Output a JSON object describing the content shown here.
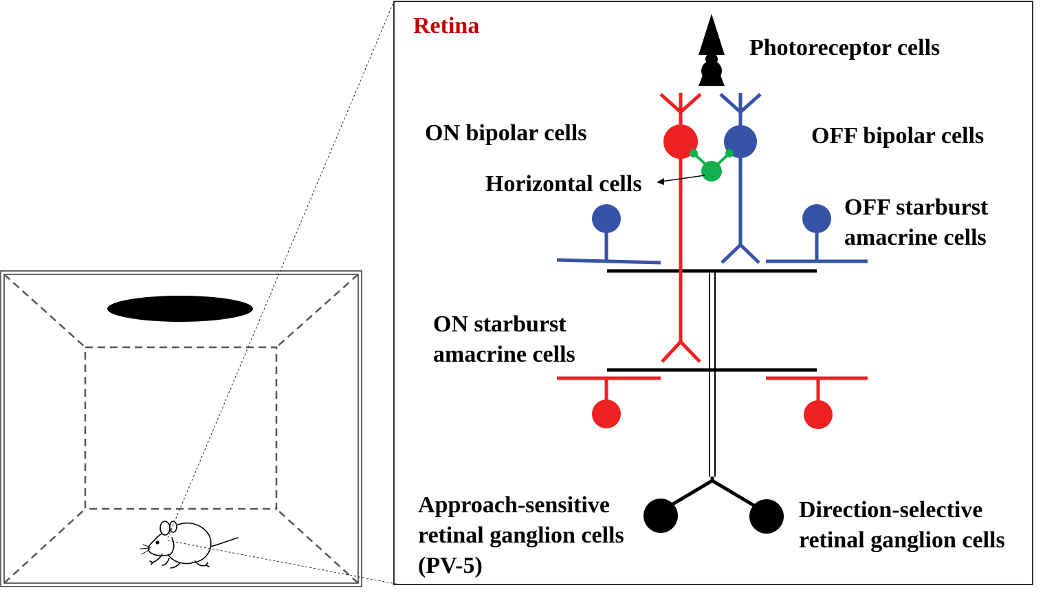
{
  "colors": {
    "on": "#ee2222",
    "off": "#3653a8",
    "horizontal": "#11b04e",
    "black": "#000000",
    "title": "#c00000"
  },
  "icons": {
    "mouse": "mouse-icon",
    "looming_stimulus": "dark-ellipse-icon"
  },
  "labels": {
    "retina": "Retina",
    "photoreceptor": "Photoreceptor cells",
    "on_bipolar": "ON bipolar cells",
    "off_bipolar": "OFF bipolar cells",
    "horizontal": "Horizontal cells",
    "off_starburst": [
      "OFF starburst",
      "amacrine cells"
    ],
    "on_starburst": [
      "ON starburst",
      "amacrine cells"
    ],
    "approach_rgc": [
      "Approach-sensitive",
      "retinal ganglion cells",
      "(PV-5)"
    ],
    "direction_rgc": [
      "Direction-selective",
      "retinal ganglion cells"
    ]
  }
}
